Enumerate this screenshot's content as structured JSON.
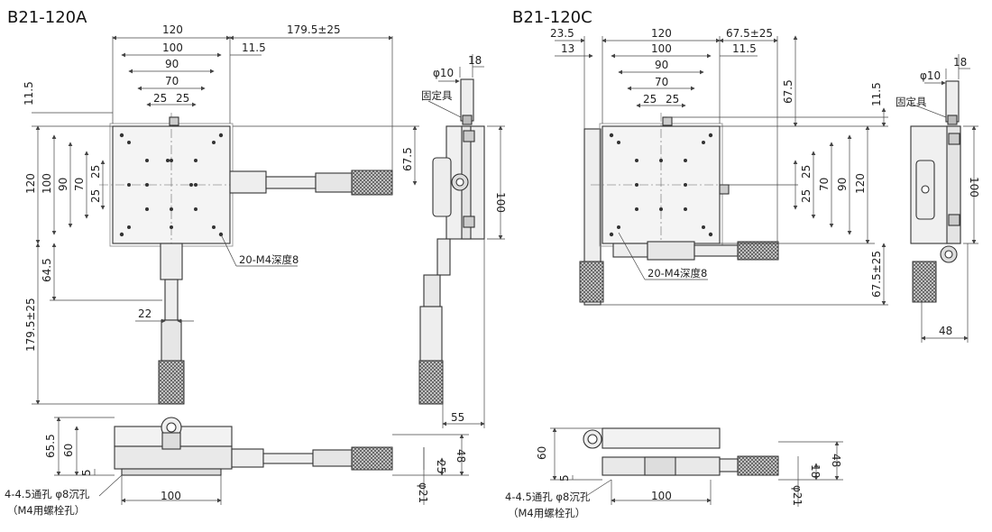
{
  "models": {
    "a": {
      "title": "B21-120A",
      "top_dims": [
        "120",
        "100",
        "90",
        "70",
        "25",
        "25",
        "179.5±25",
        "11.5"
      ],
      "left_dims": [
        "11.5",
        "120",
        "100",
        "90",
        "70",
        "25",
        "25",
        "64.5",
        "179.5±25",
        "22"
      ],
      "right_dims": [
        "67.5"
      ],
      "side_dims": [
        "φ10",
        "18",
        "100",
        "55"
      ],
      "side_label": "固定具",
      "hole_note": "20-M4深度8",
      "front_dims": [
        "65.5",
        "60",
        "5",
        "100",
        "48",
        "25",
        "φ21"
      ],
      "mount_note_1": "4-4.5通孔 φ8沉孔",
      "mount_note_2": "（M4用螺栓孔）"
    },
    "c": {
      "title": "B21-120C",
      "top_dims": [
        "23.5",
        "13",
        "120",
        "100",
        "90",
        "70",
        "25",
        "25",
        "67.5±25",
        "11.5"
      ],
      "right_dims": [
        "67.5",
        "11.5",
        "25",
        "25",
        "70",
        "90",
        "120",
        "67.5±25"
      ],
      "side_dims": [
        "φ10",
        "18",
        "100",
        "48"
      ],
      "side_label": "固定具",
      "hole_note": "20-M4深度8",
      "front_dims": [
        "60",
        "5",
        "100",
        "48",
        "18",
        "φ21"
      ],
      "mount_note_1": "4-4.5通孔 φ8沉孔",
      "mount_note_2": "（M4用螺栓孔）"
    }
  }
}
